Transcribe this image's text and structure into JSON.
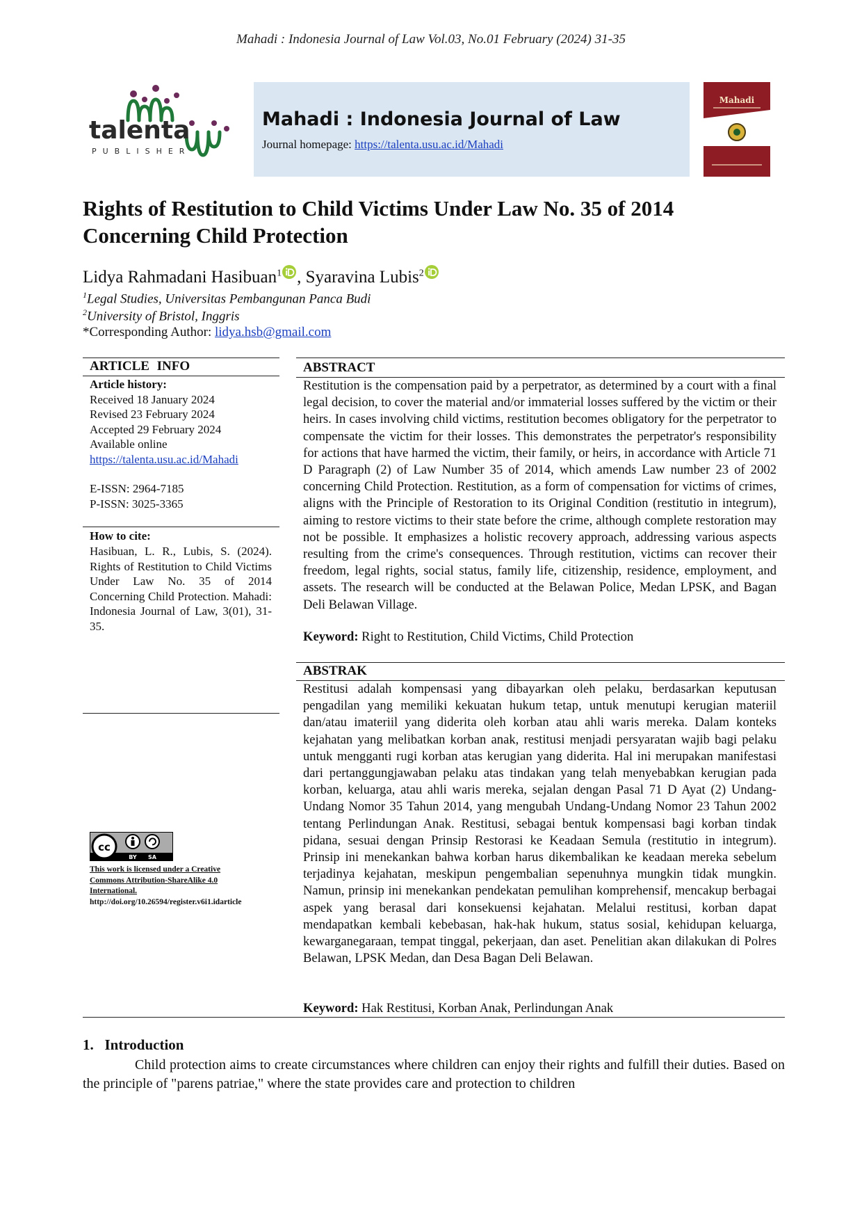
{
  "running_head": "Mahadi : Indonesia Journal of Law Vol.03, No.01 February (2024) 31-35",
  "publisher": {
    "wordmark": "talenta",
    "sub": "PUBLISHER"
  },
  "banner": {
    "journal_title": "Mahadi : Indonesia Journal of Law",
    "homepage_label": "Journal homepage: ",
    "homepage_url": "https://talenta.usu.ac.id/Mahadi"
  },
  "cover": {
    "title": "Mahadi"
  },
  "title": "Rights of Restitution to Child Victims Under Law No. 35 of 2014 Concerning Child Protection",
  "authors": [
    {
      "name": "Lidya Rahmadani Hasibuan",
      "sup": "1"
    },
    {
      "name": "Syaravina Lubis",
      "sup": "2"
    }
  ],
  "author_separator": ", ",
  "affiliations": [
    {
      "sup": "1",
      "text": "Legal Studies, Universitas Pembangunan Panca Budi"
    },
    {
      "sup": "2",
      "text": "University of Bristol, Inggris"
    }
  ],
  "corresponding": {
    "label": "*Corresponding Author: ",
    "email": "lidya.hsb@gmail.com"
  },
  "article_info": {
    "heading": "ARTICLE INFO",
    "history_label": "Article history:",
    "received": "Received 18 January 2024",
    "revised": "Revised 23 February 2024",
    "accepted": "Accepted 29 February 2024",
    "available": "Available online",
    "url": "https://talenta.usu.ac.id/Mahadi",
    "eissn": "E-ISSN: 2964-7185",
    "pissn": "P-ISSN: 3025-3365",
    "cite_label": "How to cite:",
    "cite_text": "Hasibuan, L. R., Lubis, S. (2024). Rights of Restitution to Child Victims Under Law No. 35 of 2014 Concerning Child Protection. Mahadi: Indonesia Journal of Law, 3(01), 31-35."
  },
  "license": {
    "badge_left": "BY",
    "badge_right": "SA",
    "line1": "This work is licensed under a Creative",
    "line2": "Commons Attribution-ShareAlike 4.0",
    "line3": "International.",
    "doi": "http://doi.org/10.26594/register.v6i1.idarticle"
  },
  "abstract": {
    "heading": "ABSTRACT",
    "text": "Restitution is the compensation paid by a perpetrator, as determined by a court with a final legal decision, to cover the material and/or immaterial losses suffered by the victim or their heirs. In cases involving child victims, restitution becomes obligatory for the perpetrator to compensate the victim for their losses. This demonstrates the perpetrator's responsibility for actions that have harmed the victim, their family, or heirs, in accordance with Article 71 D Paragraph (2) of Law Number 35 of 2014, which amends Law number 23 of 2002 concerning Child Protection. Restitution, as a form of compensation for victims of crimes, aligns with the Principle of Restoration to its Original Condition (restitutio in integrum), aiming to restore victims to their state before the crime, although complete restoration may not be possible. It emphasizes a holistic recovery approach, addressing various aspects resulting from the crime's consequences. Through restitution, victims can recover their freedom, legal rights, social status, family life, citizenship, residence, employment, and assets. The research will be conducted at the Belawan Police, Medan LPSK, and Bagan Deli Belawan Village.",
    "keyword_label": "Keyword:",
    "keywords": " Right to Restitution, Child Victims, Child Protection"
  },
  "abstrak": {
    "heading": "ABSTRAK",
    "text": "Restitusi adalah kompensasi yang dibayarkan oleh pelaku, berdasarkan keputusan pengadilan yang memiliki kekuatan hukum tetap, untuk menutupi kerugian materiil dan/atau imateriil yang diderita oleh korban atau ahli waris mereka. Dalam konteks kejahatan yang melibatkan korban anak, restitusi menjadi persyaratan wajib bagi pelaku untuk mengganti rugi korban atas kerugian yang diderita. Hal ini merupakan manifestasi dari pertanggungjawaban pelaku atas tindakan yang telah menyebabkan kerugian pada korban, keluarga, atau ahli waris mereka, sejalan dengan Pasal 71 D Ayat (2) Undang-Undang Nomor 35 Tahun 2014, yang mengubah Undang-Undang Nomor 23 Tahun 2002 tentang Perlindungan Anak. Restitusi, sebagai bentuk kompensasi bagi korban tindak pidana, sesuai dengan Prinsip Restorasi ke Keadaan Semula (restitutio in integrum). Prinsip ini menekankan bahwa korban harus dikembalikan ke keadaan mereka sebelum terjadinya kejahatan, meskipun pengembalian sepenuhnya mungkin tidak mungkin. Namun, prinsip ini menekankan pendekatan pemulihan komprehensif, mencakup berbagai aspek yang berasal dari konsekuensi kejahatan. Melalui restitusi, korban dapat mendapatkan kembali kebebasan, hak-hak hukum, status sosial, kehidupan keluarga, kewarganegaraan, tempat tinggal, pekerjaan, dan aset. Penelitian akan dilakukan di Polres Belawan, LPSK Medan, dan Desa Bagan Deli Belawan.",
    "keyword_label": "Keyword:",
    "keywords": " Hak Restitusi, Korban Anak, Perlindungan Anak"
  },
  "intro": {
    "heading": "1.   Introduction",
    "text": "Child protection aims to create circumstances where children can enjoy their rights and fulfill their duties. Based on the principle of \"parens patriae,\" where the state provides care and protection to children"
  }
}
